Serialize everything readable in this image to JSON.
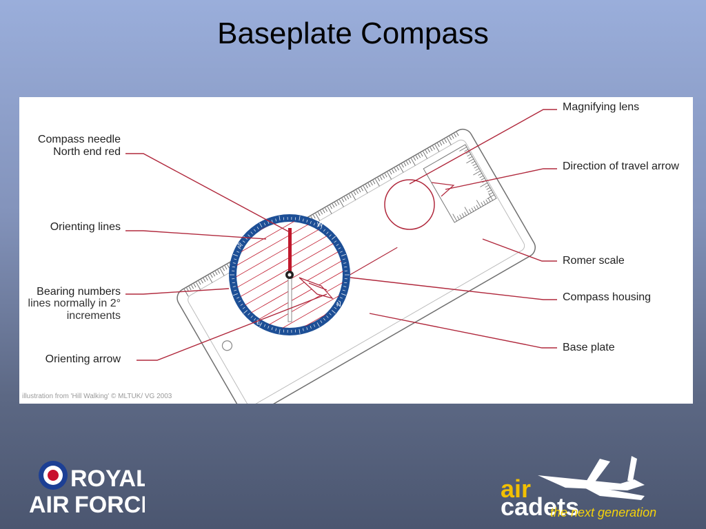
{
  "title": "Baseplate Compass",
  "labels": {
    "needle": [
      "Compass needle",
      "North end red"
    ],
    "orienting_lines": "Orienting lines",
    "bearing": [
      "Bearing numbers",
      "lines normally in 2°",
      "increments"
    ],
    "orienting_arrow": "Orienting arrow",
    "magnifying_lens": "Magnifying lens",
    "travel_arrow": "Direction of travel arrow",
    "romer": "Romer scale",
    "housing": "Compass housing",
    "base_plate": "Base plate"
  },
  "dial_letters": {
    "north": "N",
    "south": "S",
    "east": "E",
    "west": "W"
  },
  "credit": "illustration from 'Hill Walking' © MLTUK/ VG 2003",
  "logos": {
    "raf": [
      "ROYAL",
      "AIR",
      "FORCE"
    ],
    "cadets": {
      "word1": "air",
      "word2": "cadets",
      "tagline": "the next generation"
    }
  },
  "colors": {
    "leader_line": "#b0283c",
    "dial_blue": "#1d4f96",
    "needle_red": "#c0182c",
    "raf_red": "#c8102e",
    "raf_blue": "#1c3f94",
    "cadets_yellow": "#f2c000",
    "tagline_yellow": "#f5d20a"
  }
}
